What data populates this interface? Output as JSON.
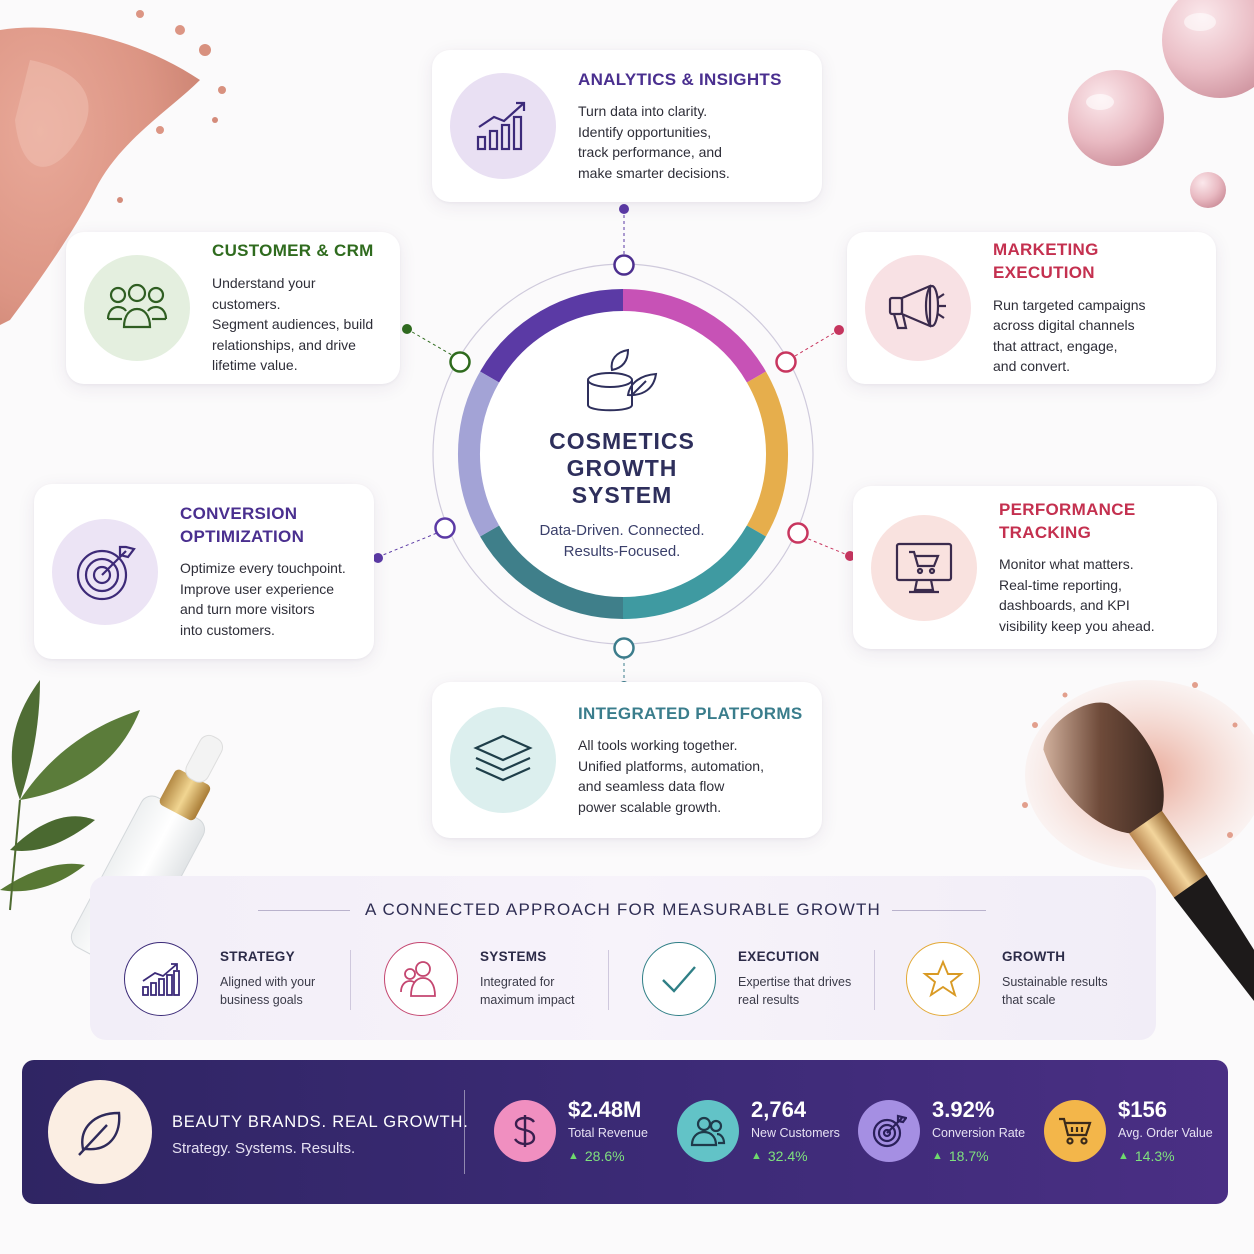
{
  "colors": {
    "purple": "#5b3aa5",
    "magenta": "#c752b6",
    "green": "#2f6b1e",
    "pink": "#c8365f",
    "amber": "#e6ae4c",
    "teal": "#3d8a96",
    "periwinkle": "#a3a3d6",
    "kpi_bar": "#35286b"
  },
  "hub": {
    "icon": "cosmetic-jar-leaf-icon",
    "title": "COSMETICS\nGROWTH\nSYSTEM",
    "subtitle": "Data-Driven. Connected.\nResults-Focused."
  },
  "cards": {
    "analytics": {
      "icon": "bar-chart-trend-icon",
      "title": "ANALYTICS & INSIGHTS",
      "text": "Turn data into clarity.\nIdentify opportunities,\ntrack performance, and\nmake smarter decisions."
    },
    "customer": {
      "icon": "users-group-icon",
      "title": "CUSTOMER & CRM",
      "text": "Understand your customers.\nSegment audiences, build\nrelationships, and drive\nlifetime value."
    },
    "marketing": {
      "icon": "megaphone-icon",
      "title": "MARKETING EXECUTION",
      "text": "Run targeted campaigns\nacross digital channels\nthat attract, engage,\nand convert."
    },
    "conversion": {
      "icon": "target-arrow-icon",
      "title": "CONVERSION\nOPTIMIZATION",
      "text": "Optimize every touchpoint.\nImprove user experience\nand turn more visitors\ninto customers."
    },
    "performance": {
      "icon": "monitor-cart-icon",
      "title": "PERFORMANCE TRACKING",
      "text": "Monitor what matters.\nReal-time reporting,\ndashboards, and KPI\nvisibility keep you ahead."
    },
    "integrated": {
      "icon": "layers-stack-icon",
      "title": "INTEGRATED PLATFORMS",
      "text": "All tools working together.\nUnified platforms, automation,\nand seamless data flow\npower scalable growth."
    }
  },
  "approach": {
    "title": "A CONNECTED APPROACH FOR MEASURABLE GROWTH",
    "pillars": [
      {
        "icon": "growth-chart-icon",
        "title": "STRATEGY",
        "text": "Aligned with your\nbusiness goals"
      },
      {
        "icon": "people-icon",
        "title": "SYSTEMS",
        "text": "Integrated for\nmaximum impact"
      },
      {
        "icon": "checkmark-icon",
        "title": "EXECUTION",
        "text": "Expertise that drives\nreal results"
      },
      {
        "icon": "star-icon",
        "title": "GROWTH",
        "text": "Sustainable results\nthat scale"
      }
    ]
  },
  "kpi_bar": {
    "brand_icon": "leaf-icon",
    "headline": "BEAUTY BRANDS. REAL GROWTH.",
    "tagline": "Strategy. Systems. Results.",
    "metrics": [
      {
        "icon": "dollar-icon",
        "value": "$2.48M",
        "label": "Total Revenue",
        "delta": "28.6%",
        "color": "#f08fc0"
      },
      {
        "icon": "users-icon",
        "value": "2,764",
        "label": "New Customers",
        "delta": "32.4%",
        "color": "#62c3c7"
      },
      {
        "icon": "target-icon",
        "value": "3.92%",
        "label": "Conversion Rate",
        "delta": "18.7%",
        "color": "#a58fe3"
      },
      {
        "icon": "cart-icon",
        "value": "$156",
        "label": "Avg. Order Value",
        "delta": "14.3%",
        "color": "#f3b64a"
      }
    ]
  }
}
